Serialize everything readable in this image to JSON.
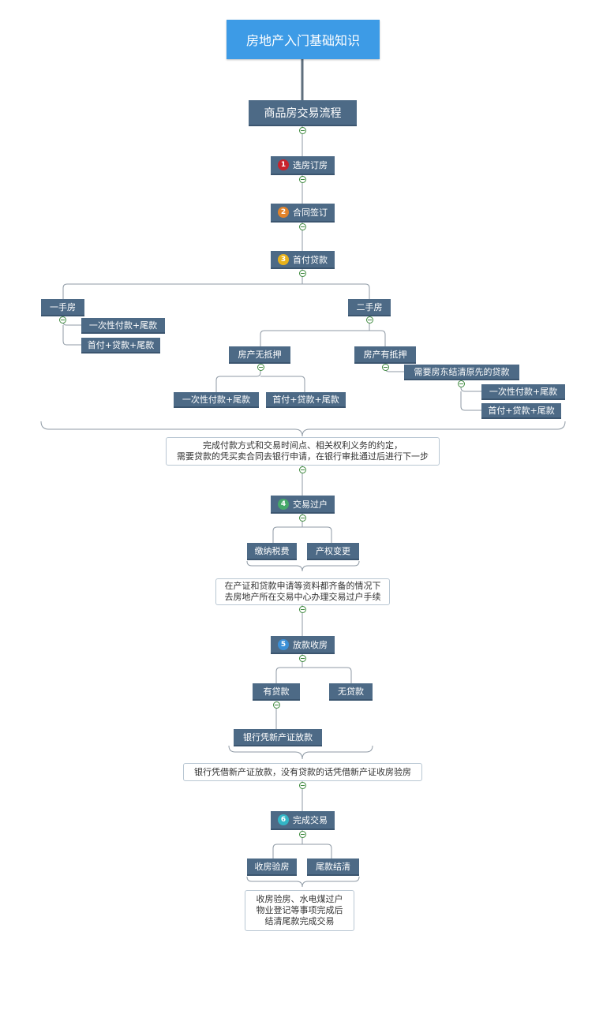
{
  "root": "房地产入门基础知识",
  "main_topic": "商品房交易流程",
  "steps": [
    {
      "num": "1",
      "label": "选房订房",
      "color": "#c8232c"
    },
    {
      "num": "2",
      "label": "合同签订",
      "color": "#e2832a"
    },
    {
      "num": "3",
      "label": "首付贷款",
      "color": "#e7b21c"
    },
    {
      "num": "4",
      "label": "交易过户",
      "color": "#46a86a"
    },
    {
      "num": "5",
      "label": "放款收房",
      "color": "#3b8fd6"
    },
    {
      "num": "6",
      "label": "完成交易",
      "color": "#33b6c6"
    }
  ],
  "first_hand": {
    "label": "一手房",
    "options": [
      "一次性付款+尾款",
      "首付+贷款+尾款"
    ]
  },
  "second_hand": {
    "label": "二手房",
    "no_mortgage": {
      "label": "房产无抵押",
      "options": [
        "一次性付款+尾款",
        "首付+贷款+尾款"
      ]
    },
    "mortgage": {
      "label": "房产有抵押",
      "sub": "需要房东结清原先的贷款",
      "options": [
        "一次性付款+尾款",
        "首付+贷款+尾款"
      ]
    }
  },
  "note1": [
    "完成付款方式和交易时间点、相关权利义务的约定，",
    "需要贷款的凭买卖合同去银行申请，在银行审批通过后进行下一步"
  ],
  "step4_children": [
    "缴纳税费",
    "产权变更"
  ],
  "note2": [
    "在产证和贷款申请等资料都齐备的情况下",
    "去房地产所在交易中心办理交易过户手续"
  ],
  "step5_children": {
    "loan": "有贷款",
    "no_loan": "无贷款",
    "loan_child": "银行凭新产证放款"
  },
  "note3": [
    "银行凭借新产证放款，没有贷款的话凭借新产证收房验房"
  ],
  "step6_children": [
    "收房验房",
    "尾款结清"
  ],
  "note4": [
    "收房验房、水电煤过户",
    "物业登记等事项完成后",
    "结清尾款完成交易"
  ],
  "colors": {
    "node": "#4d6a86",
    "root": "#3d9be6",
    "line": "#8f9aa5",
    "collapse": "#3f8a3f"
  }
}
